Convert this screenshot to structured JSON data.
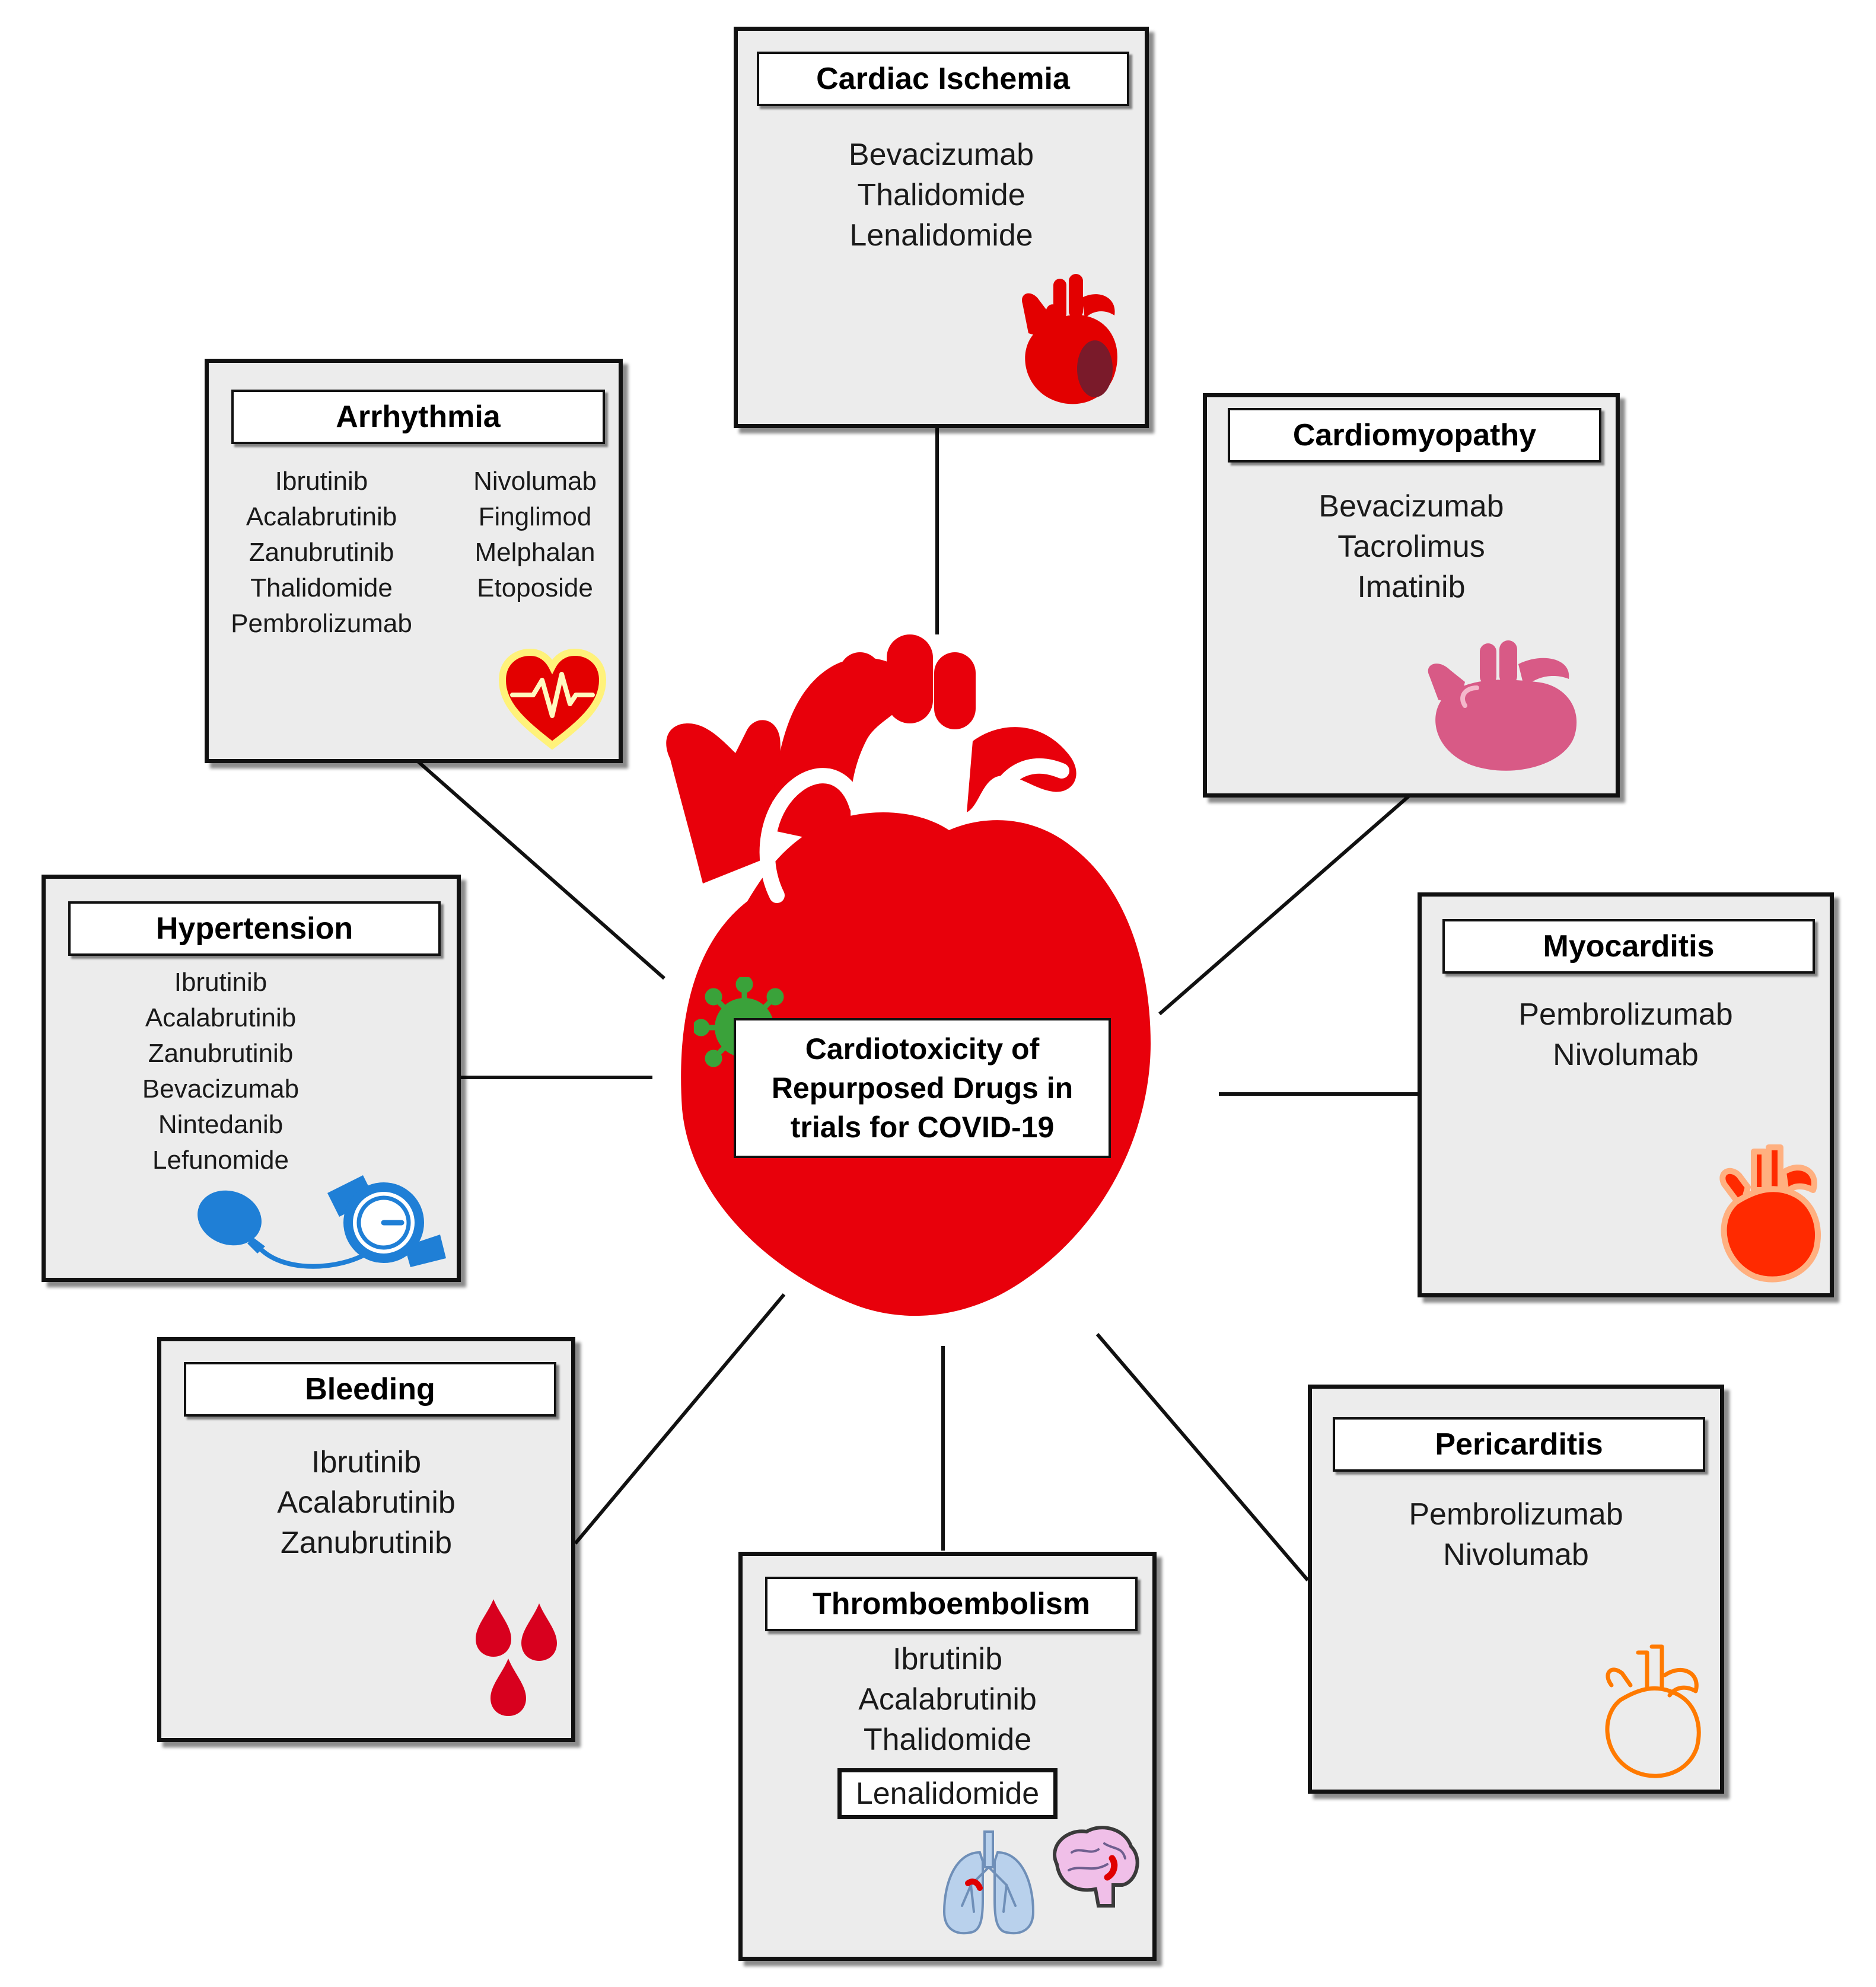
{
  "center": {
    "label": "Cardiotoxicity of\nRepurposed Drugs in\ntrials for COVID-19",
    "heart_color": "#e8000b",
    "virus_color": "#3aa23a"
  },
  "panels": {
    "cardiac_ischemia": {
      "title": "Cardiac Ischemia",
      "drugs": [
        "Bevacizumab",
        "Thalidomide",
        "Lenalidomide"
      ],
      "icon": "ischemic-heart-icon"
    },
    "arrhythmia": {
      "title": "Arrhythmia",
      "drugs_left": [
        "Ibrutinib",
        "Acalabrutinib",
        "Zanubrutinib",
        "Thalidomide",
        "Pembrolizumab"
      ],
      "drugs_right": [
        "Nivolumab",
        "Finglimod",
        "Melphalan",
        "Etoposide"
      ],
      "icon": "heart-pulse-icon"
    },
    "cardiomyopathy": {
      "title": "Cardiomyopathy",
      "drugs": [
        "Bevacizumab",
        "Tacrolimus",
        "Imatinib"
      ],
      "icon": "enlarged-heart-icon"
    },
    "hypertension": {
      "title": "Hypertension",
      "drugs": [
        "Ibrutinib",
        "Acalabrutinib",
        "Zanubrutinib",
        "Bevacizumab",
        "Nintedanib",
        "Lefunomide"
      ],
      "icon": "blood-pressure-cuff-icon"
    },
    "myocarditis": {
      "title": "Myocarditis",
      "drugs": [
        "Pembrolizumab",
        "Nivolumab"
      ],
      "icon": "inflamed-heart-icon"
    },
    "bleeding": {
      "title": "Bleeding",
      "drugs": [
        "Ibrutinib",
        "Acalabrutinib",
        "Zanubrutinib"
      ],
      "icon": "blood-drops-icon"
    },
    "thromboembolism": {
      "title": "Thromboembolism",
      "drugs": [
        "Ibrutinib",
        "Acalabrutinib",
        "Thalidomide"
      ],
      "highlighted_drug": "Lenalidomide",
      "icons": [
        "lungs-clot-icon",
        "brain-clot-icon"
      ]
    },
    "pericarditis": {
      "title": "Pericarditis",
      "drugs": [
        "Pembrolizumab",
        "Nivolumab"
      ],
      "icon": "heart-outline-icon"
    }
  }
}
